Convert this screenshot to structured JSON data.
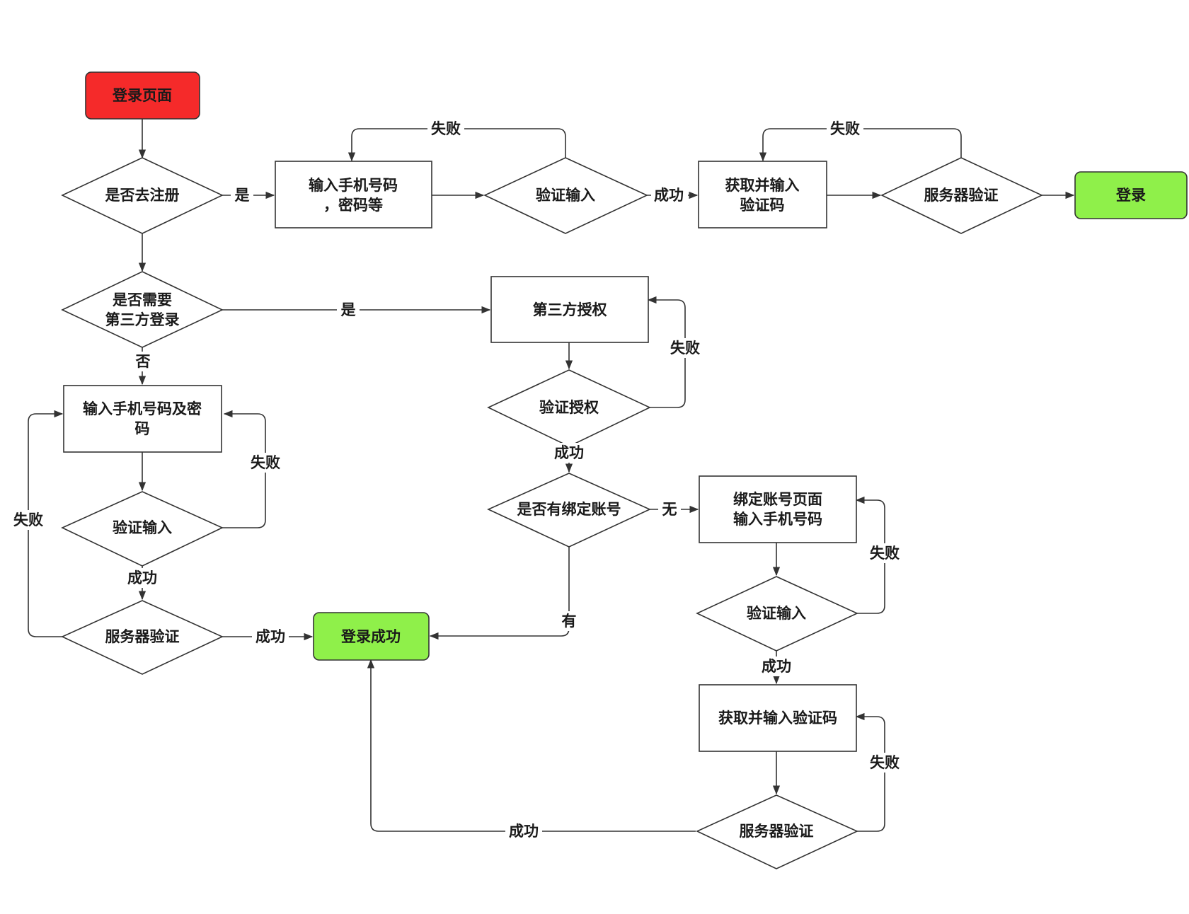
{
  "colors": {
    "start": "#f52a2a",
    "success": "#8ff04a",
    "line": "#333333",
    "box": "#ffffff"
  },
  "nodes": {
    "login_page": "登录页面",
    "register_q": "是否去注册",
    "input_phone_pwd_etc": [
      "输入手机号码",
      "，密码等"
    ],
    "verify_input_top": "验证输入",
    "get_code_top": [
      "获取并输入",
      "验证码"
    ],
    "server_verify_top": "服务器验证",
    "login_final": "登录",
    "third_party_q": [
      "是否需要",
      "第三方登录"
    ],
    "third_party_auth": "第三方授权",
    "verify_auth": "验证授权",
    "bound_account_q": "是否有绑定账号",
    "bind_page": [
      "绑定账号页面",
      "输入手机号码"
    ],
    "verify_input_right": "验证输入",
    "get_code_right": "获取并输入验证码",
    "server_verify_right": "服务器验证",
    "input_phone_pwd_left": [
      "输入手机号码及密",
      "码"
    ],
    "verify_input_left": "验证输入",
    "server_verify_left": "服务器验证",
    "login_success": "登录成功"
  },
  "edges": {
    "yes_register": "是",
    "fail_top1": "失败",
    "success_top": "成功",
    "fail_top2": "失败",
    "yes_third": "是",
    "no_third": "否",
    "fail_auth": "失败",
    "success_auth": "成功",
    "none_bound": "无",
    "has_bound": "有",
    "fail_bind_verify": "失败",
    "success_bind_verify": "成功",
    "fail_code_right": "失败",
    "success_bottom": "成功",
    "fail_left_verify": "失败",
    "success_left_verify": "成功",
    "fail_left_server": "失败",
    "success_left_server": "成功"
  }
}
